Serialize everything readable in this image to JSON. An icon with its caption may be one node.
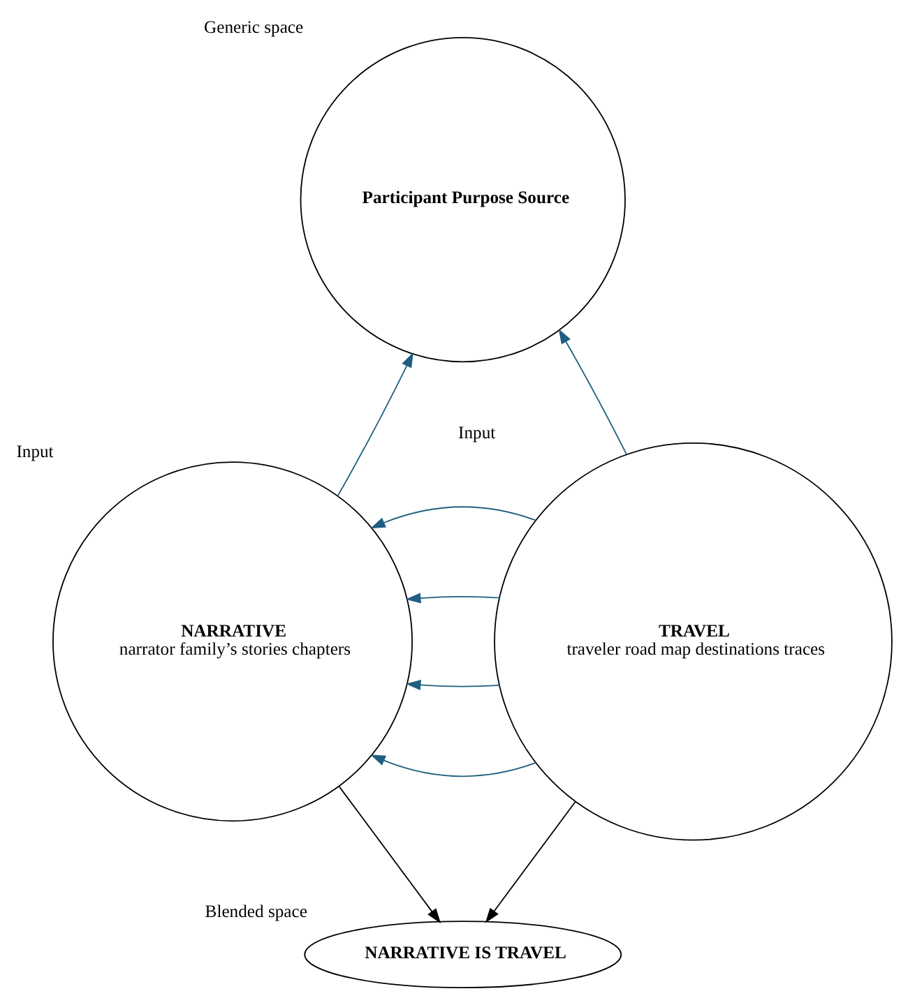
{
  "diagram": {
    "nodes": [
      {
        "text": [
          "Participant Purpose Source"
        ],
        "beside": [
          "Generic space"
        ]
      },
      {
        "text": [
          "NARRATIVE",
          "narrator family’s stories chapters"
        ],
        "beside": [
          "Input"
        ]
      },
      {
        "text": [
          "TRAVEL",
          "traveler road map destinations traces"
        ],
        "beside": [
          "Input"
        ]
      },
      {
        "text": [
          "NARRATIVE IS TRAVEL"
        ],
        "beside": [
          "Blended space"
        ]
      }
    ],
    "edges": [
      {
        "from": 1,
        "to": 0,
        "arrow": "to"
      },
      {
        "from": 2,
        "to": 0,
        "arrow": "to"
      },
      {
        "from": 2,
        "to": 1,
        "arrow": "to"
      },
      {
        "from": 2,
        "to": 1,
        "arrow": "to"
      },
      {
        "from": 2,
        "to": 1,
        "arrow": "to"
      },
      {
        "from": 2,
        "to": 1,
        "arrow": "to"
      },
      {
        "from": 1,
        "to": 3,
        "arrow": "to",
        "color": "#000000"
      },
      {
        "from": 2,
        "to": 3,
        "arrow": "to",
        "color": "#000000"
      }
    ]
  }
}
